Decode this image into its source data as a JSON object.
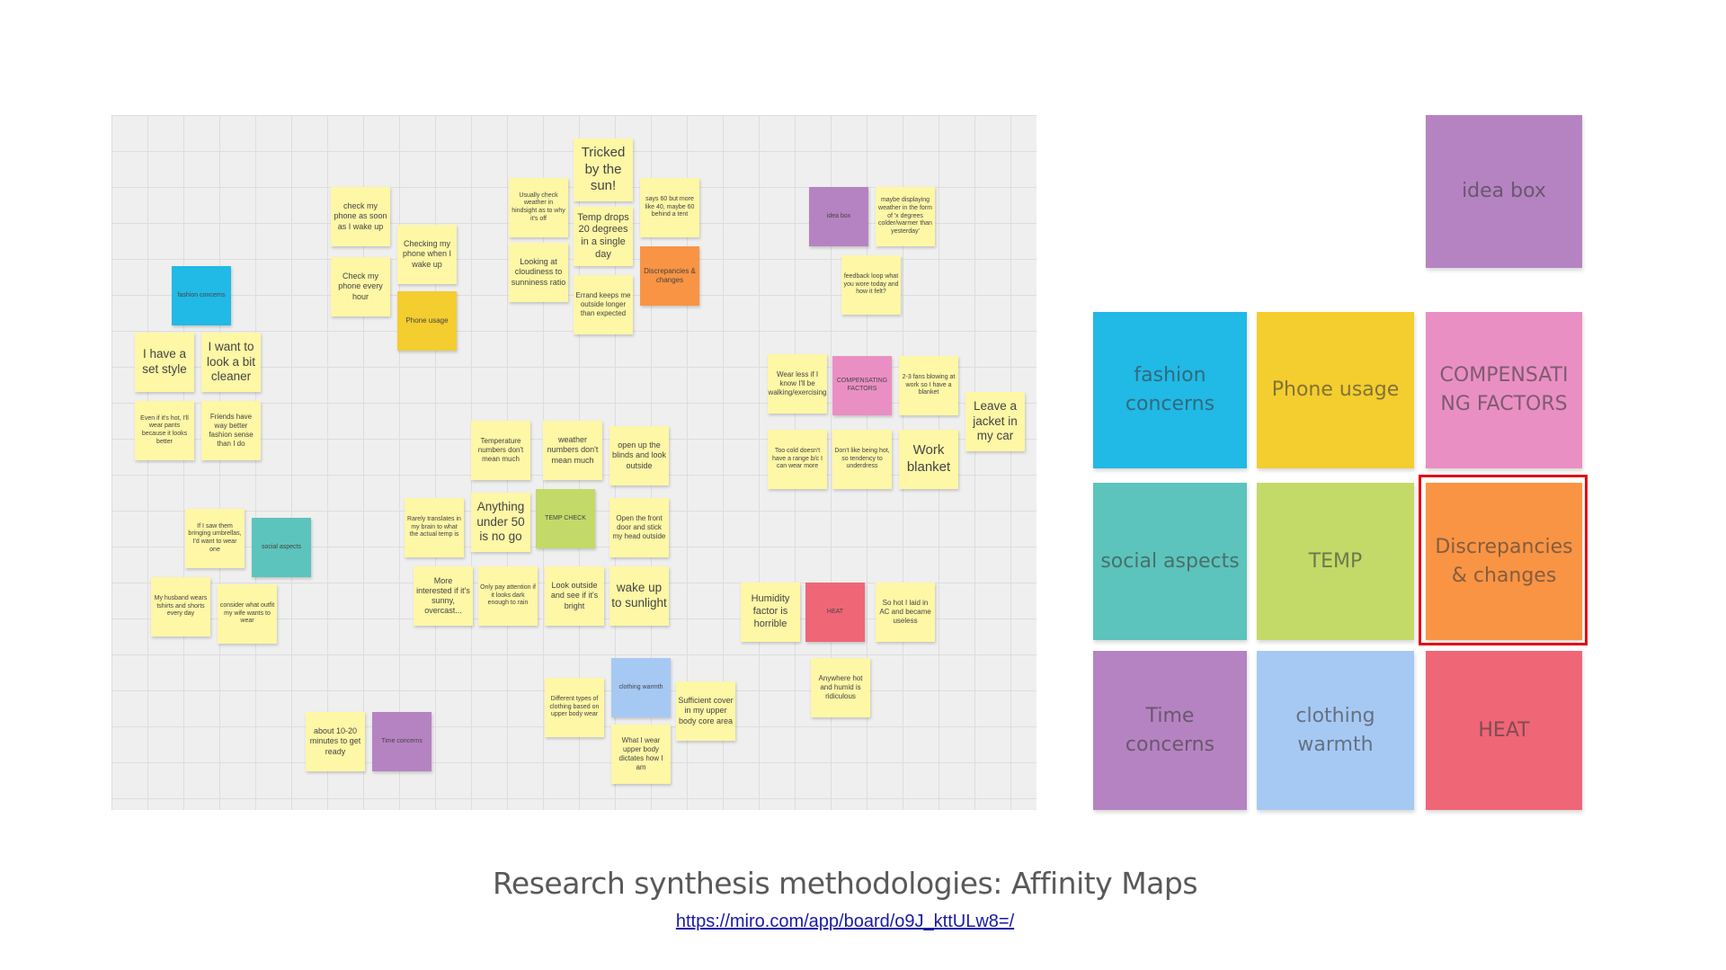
{
  "board_notes": {
    "n1": "check my phone as soon as I wake up",
    "n2": "Check my phone every hour",
    "n3": "Checking my phone when I wake up",
    "n4": "Phone usage",
    "n5": "fashion concerns",
    "n6": "I have a set style",
    "n7": "I want to look a bit cleaner",
    "n8": "Even if it's hot, I'll wear pants because it looks better",
    "n9": "Friends have way better fashion sense than I do",
    "n10": "Usually check weather in hindsight as to why it's off",
    "n11": "Tricked by the sun!",
    "n12": "Temp drops 20 degrees in a single day",
    "n13": "says 60 but more like 40, maybe 60 behind a tent",
    "n14": "Looking at cloudiness to sunniness ratio",
    "n15": "Errand keeps me outside longer than expected",
    "n16": "Discrepancies & changes",
    "n17": "idea box",
    "n18": "maybe displaying weather in the form of 'x degrees colder/warmer than yesterday'",
    "n19": "feedback loop what you wore today and how it felt?",
    "n20": "Wear less if I know I'll be walking/exercising",
    "n21": "COMPENSATING FACTORS",
    "n22": "2-3 fans blowing at work so I have a blanket",
    "n23": "Leave a jacket in my car",
    "n24": "Too cold doesn't have a range b/c I can wear more",
    "n25": "Don't like being hot, so tendency to underdress",
    "n26": "Work blanket",
    "n27": "Temperature numbers don't mean much",
    "n28": "weather numbers don't mean much",
    "n29": "open up the blinds and look outside",
    "n30": "Rarely translates in my brain to what the actual temp is",
    "n31": "Anything under 50 is no go",
    "n32": "TEMP CHECK",
    "n33": "Open the front door and stick my head outside",
    "n34": "More interested if it's sunny, overcast...",
    "n35": "Only pay attention if it looks dark enough to rain",
    "n36": "Look outside and see if it's bright",
    "n37": "wake up to sunlight",
    "n38": "If I saw them bringing umbrellas, I'd want to wear one",
    "n39": "social aspects",
    "n40": "My husband wears tshirts and shorts every day",
    "n41": "consider what outfit my wife wants to wear",
    "n42": "Humidity factor is horrible",
    "n43": "HEAT",
    "n44": "So hot I laid in AC and became useless",
    "n45": "Anywhere hot and humid is ridiculous",
    "n46": "Different types of clothing based on upper body wear",
    "n47": "clothing warmth",
    "n48": "Sufficient cover in my upper body core area",
    "n49": "What I wear upper body dictates how I am",
    "n50": "about 10-20 minutes to get ready",
    "n51": "Time concerns"
  },
  "categories": {
    "idea_box": "idea box",
    "fashion": "fashion concerns",
    "phone": "Phone usage",
    "compensating": "COMPENSATI NG FACTORS",
    "social": "social aspects",
    "temp": "TEMP",
    "discrepancies": "Discrepancies & changes",
    "time": "Time concerns",
    "clothing": "clothing warmth",
    "heat": "HEAT"
  },
  "caption": "Research synthesis methodologies: Affinity Maps",
  "link": "https://miro.com/app/board/o9J_kttULw8=/",
  "colors": {
    "highlight_border": "#e30613",
    "fashion": "#21b9e6",
    "phone": "#f4cd2f",
    "compensating": "#ea8fc3",
    "social": "#5cc4bc",
    "temp": "#c3da68",
    "discrepancies": "#f99444",
    "time": "#b683c2",
    "clothing": "#a6c9f4",
    "heat": "#ef6677",
    "sticky_note": "#fdf7a6"
  }
}
